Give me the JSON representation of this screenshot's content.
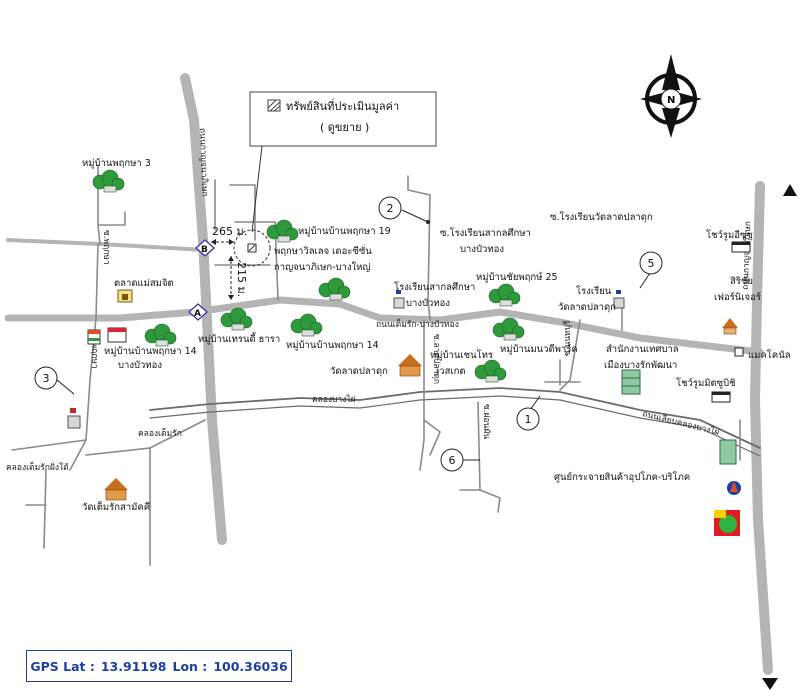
{
  "legend": {
    "title": "ทรัพย์สินที่ประเมินมูลค่า",
    "subtitle": "( ดูขยาย )"
  },
  "distances": {
    "horizontal": "265 ม.",
    "vertical": "215 ม."
  },
  "junctions": {
    "a": "A",
    "b": "B"
  },
  "compass": "N",
  "places": {
    "village_pruksa3": "หมู่บ้านพฤกษา 3",
    "village_pruksa19": "หมู่บ้านบ้านพฤกษา 19",
    "pruksa_villa_1": "พฤกษาวิลเลจ เดอะซีซั่น",
    "pruksa_villa_2": "กาญจนาภิเษก-บางใหญ่",
    "market_maesomjit": "ตลาดแม่สมจิต",
    "village_pruksa14a_1": "หมู่บ้านบ้านพฤกษา 14",
    "village_pruksa14a_2": "บางบัวทอง",
    "village_trendy": "หมู่บ้านเทรนดี้ ธารา",
    "village_pruksa14b": "หมู่บ้านบ้านพฤกษา 14",
    "intl_school_1": "ซ.โรงเรียนสากลศึกษา",
    "intl_school_2": "บางบัวทอง",
    "intl_school_b_1": "โรงเรียนสากลศึกษา",
    "intl_school_b_2": "บางบัวทอง",
    "village_chaiyapruk": "หมู่บ้านชัยพฤกษ์ 25",
    "wat_school_soi": "ซ.โรงเรียนวัดลาดปลาดุก",
    "wat_school_1": "โรงเรียน",
    "wat_school_2": "วัดลาดปลาดุก",
    "wat_ladpladuk": "วัดลาดปลาดุก",
    "village_chenthorn_1": "หมู่บ้านเชนโทร",
    "village_chenthorn_2": "เวสเกต",
    "village_manawadi": "หมู่บ้านมนวดีพาร์ค",
    "municipal_1": "สำนักงานเทศบาล",
    "municipal_2": "เมืองบางรักพัฒนา",
    "showroom_isuzu": "โชว์รูมอีซูซุ",
    "sirichai_1": "สิริชัย",
    "sirichai_2": "เฟอร์นิเจอร์",
    "makro": "แมคโคนัล",
    "showroom_mitsu": "โชว์รูมมิตซูบิชิ",
    "ptt_center": "ศูนย์กระจายสินค้าอุปโภค-บริโภค",
    "wat_temrak": "วัดเต็มรักสามัคคี"
  },
  "roads": {
    "kanchana_west": "ถนนกาญจนาภิเษก",
    "kanchana_east": "ถนนกาญจนาภิเษก",
    "bangbuathong": "ถนนเต็มรัก-บางบัวทอง",
    "khlong_bangphai": "คลองบางไผ่",
    "khlong_temrak": "คลองเต็มรัก",
    "khlong_temrak_south": "คลองเต็มรักฝั่งใต้",
    "khlong_bangphai_road": "ถนนเลียบคลองบางไผ่",
    "soi_left": "ซ.พฤกษา",
    "soi_left_2": "ซ.พฤกษา",
    "soi_mid": "ซ.ลาดปลาดุก",
    "soi_south": "ซ.ผ่อนผัน",
    "soi_right": "ซ.นนทบุรี"
  },
  "markers": [
    "1",
    "2",
    "3",
    "5",
    "6"
  ],
  "gps": {
    "lat_label": "GPS  Lat :",
    "lat": "13.91198",
    "lon_label": "Lon :",
    "lon": "100.36036"
  },
  "colors": {
    "road": "#b4b4b4",
    "accent": "#1f3f9f",
    "tree": "#2e9a3c",
    "temple": "#c96d1e"
  }
}
